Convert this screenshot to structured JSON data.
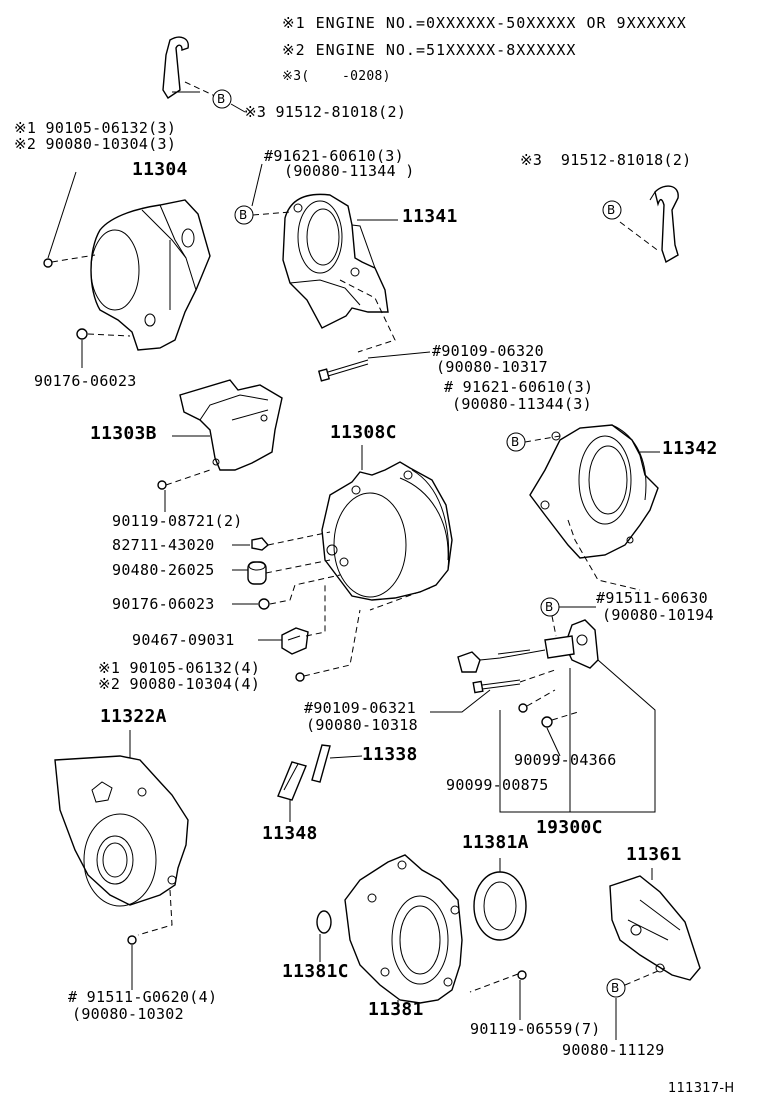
{
  "notes": {
    "note1": "※1 ENGINE NO.=0XXXXXX-50XXXXX OR 9XXXXXX",
    "note2": "※2 ENGINE NO.=51XXXXX-8XXXXXX",
    "note3": "※3(    -0208)"
  },
  "ref_symbol": "B",
  "labels": {
    "top_bracket": "※3 91512-81018(2)",
    "bolt_304_1": "※1 90105-06132(3)",
    "bolt_304_2": "※2 90080-10304(3)",
    "p11304": "11304",
    "bolt_341_1": "#91621-60610(3)",
    "bolt_341_2": "(90080-11344 )",
    "p11341": "11341",
    "right_bracket": "※3  91512-81018(2)",
    "washer_top": "90176-06023",
    "bolt_mid_1": "#90109-06320",
    "bolt_mid_2": "(90080-10317",
    "bolt_342_1": "# 91621-60610(3)",
    "bolt_342_2": "(90080-11344(3)",
    "p11303B": "11303B",
    "p11308C": "11308C",
    "p11342": "11342",
    "bolt_303b": "90119-08721(2)",
    "clip": "82711-43020",
    "bushing": "90480-26025",
    "washer_mid": "90176-06023",
    "bolt_sensor_1": "#91511-60630",
    "bolt_sensor_2": "(90080-10194",
    "clamp": "90467-09031",
    "bolt_308_1": "※1 90105-06132(4)",
    "bolt_308_2": "※2 90080-10304(4)",
    "bolt_low_1": "#90109-06321",
    "bolt_low_2": "(90080-10318",
    "p11322A": "11322A",
    "p11338": "11338",
    "screw_a": "90099-04366",
    "screw_b": "90099-00875",
    "p11348": "11348",
    "p19300C": "19300C",
    "p11381A": "11381A",
    "p11361": "11361",
    "p11381C": "11381C",
    "p11381": "11381",
    "bolt_322_1": "# 91511-G0620(4)",
    "bolt_322_2": "(90080-10302",
    "bolt_381": "90119-06559(7)",
    "bolt_361": "90080-11129",
    "figure_id": "111317-H"
  }
}
